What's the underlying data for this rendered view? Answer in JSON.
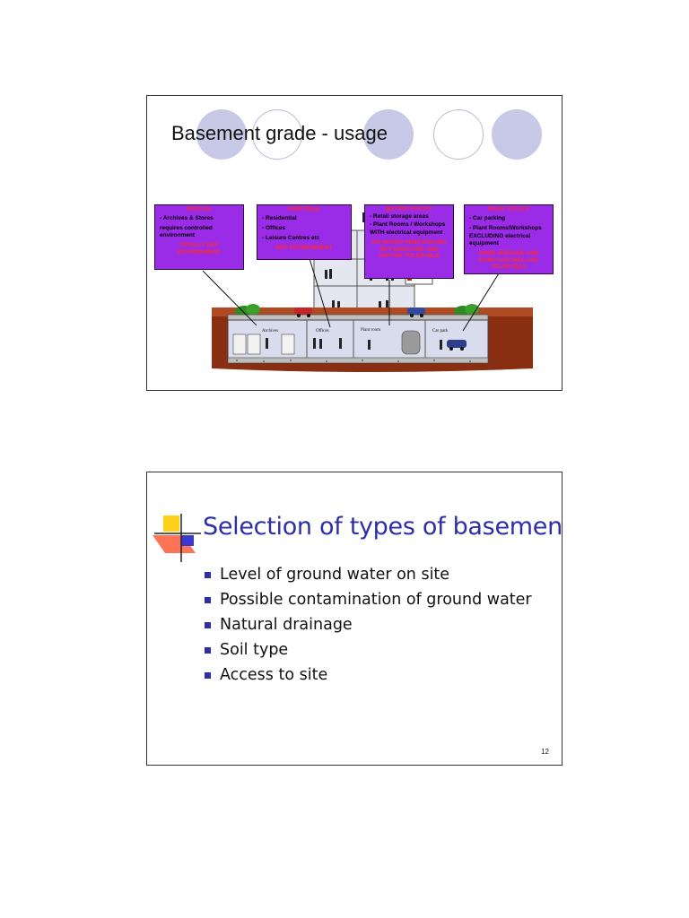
{
  "slide1": {
    "title": "Basement grade - usage",
    "boxes": {
      "special": {
        "header": "SPECIAL",
        "lines": [
          "-  Archives & Stores",
          "requires controlled environment"
        ],
        "note": "TOTALLY DRY ENVIRONMENT"
      },
      "habitable": {
        "header": "HABITABLE",
        "lines": [
          "-  Residential",
          "-  Offices",
          "-  Leisure Centres etc"
        ],
        "note": "DRY ENVIRONMENT"
      },
      "better_utility": {
        "header": "BETTER UTILITY",
        "lines": [
          "-  Retail storage areas",
          "-  Plant Rooms / Workshops",
          "WITH  electrical equipment"
        ],
        "note": "NO WATER PENETRATION BUT MOISTURE AND VAPOUR TOLERABLE"
      },
      "basic_utility": {
        "header": "BASIC UTILITY",
        "lines": [
          "-  Car parking",
          "-  Plant Rooms/Workshops",
          "EXCLUDING electrical equipment"
        ],
        "note": "SOME SEEPAGE AND DAMP PATCHES ARE TOLERABLE"
      }
    },
    "rooms": {
      "archives": "Archives",
      "offices": "Offices",
      "plant_room": "Plant room",
      "car_park": "Car park"
    }
  },
  "slide2": {
    "title": "Selection of types of basement",
    "bullets": [
      "Level of ground water on site",
      "Possible contamination of ground water",
      "Natural drainage",
      "Soil type",
      "Access to site"
    ],
    "page_number": "12"
  },
  "colors": {
    "title_blue": "#2e2ea6",
    "box_purple": "#9a2be6",
    "note_red": "#ff2a2a",
    "circle_fill": "#c8c9e6",
    "soil": "#8a2e12"
  }
}
